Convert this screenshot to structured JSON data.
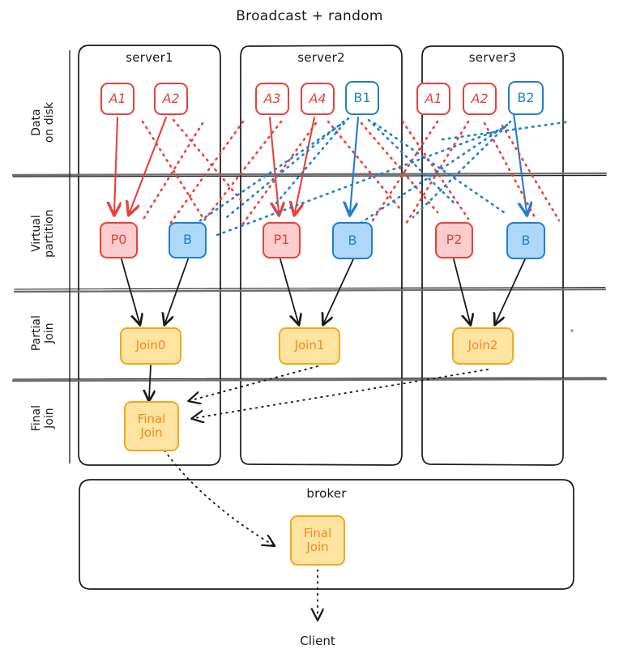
{
  "title": "Broadcast + random",
  "colors": {
    "red": "#e8413a",
    "red_fill": "#fbcdcd",
    "blue": "#1f7ed0",
    "blue_fill": "#aed8f7",
    "amber": "#f2a81d",
    "amber_fill": "#ffe3a0",
    "amber_text": "#ef8b22",
    "ink": "#1a1a1a",
    "divider": "#6f6f6f"
  },
  "row_labels": [
    {
      "id": "data-on-disk",
      "line1": "Data",
      "line2": "on disk"
    },
    {
      "id": "virtual-partition",
      "line1": "Virtual",
      "line2": "partition"
    },
    {
      "id": "partial-join",
      "line1": "Partial",
      "line2": "Join"
    },
    {
      "id": "final-join",
      "line1": "Final",
      "line2": "Join"
    }
  ],
  "servers": [
    {
      "id": "server1",
      "title": "server1",
      "disk": [
        {
          "id": "a1",
          "label": "A1",
          "kind": "a"
        },
        {
          "id": "a2",
          "label": "A2",
          "kind": "a"
        }
      ],
      "partitions": [
        {
          "id": "p0",
          "label": "P0",
          "kind": "p"
        },
        {
          "id": "b-s1",
          "label": "B",
          "kind": "b"
        }
      ],
      "partial_join": {
        "id": "join0",
        "label": "Join0"
      },
      "final_join": {
        "id": "final-join-s1",
        "line1": "Final",
        "line2": "Join"
      }
    },
    {
      "id": "server2",
      "title": "server2",
      "disk": [
        {
          "id": "a3",
          "label": "A3",
          "kind": "a"
        },
        {
          "id": "a4",
          "label": "A4",
          "kind": "a"
        },
        {
          "id": "b1",
          "label": "B1",
          "kind": "b"
        }
      ],
      "partitions": [
        {
          "id": "p1",
          "label": "P1",
          "kind": "p"
        },
        {
          "id": "b-s2",
          "label": "B",
          "kind": "b"
        }
      ],
      "partial_join": {
        "id": "join1",
        "label": "Join1"
      },
      "final_join": null
    },
    {
      "id": "server3",
      "title": "server3",
      "disk": [
        {
          "id": "a1-s3",
          "label": "A1",
          "kind": "a"
        },
        {
          "id": "a2-s3",
          "label": "A2",
          "kind": "a"
        },
        {
          "id": "b2",
          "label": "B2",
          "kind": "b"
        }
      ],
      "partitions": [
        {
          "id": "p2",
          "label": "P2",
          "kind": "p"
        },
        {
          "id": "b-s3",
          "label": "B",
          "kind": "b"
        }
      ],
      "partial_join": {
        "id": "join2",
        "label": "Join2"
      },
      "final_join": null
    }
  ],
  "broker": {
    "title": "broker",
    "final_join": {
      "id": "broker-final-join",
      "line1": "Final",
      "line2": "Join"
    }
  },
  "client": {
    "label": "Client"
  }
}
